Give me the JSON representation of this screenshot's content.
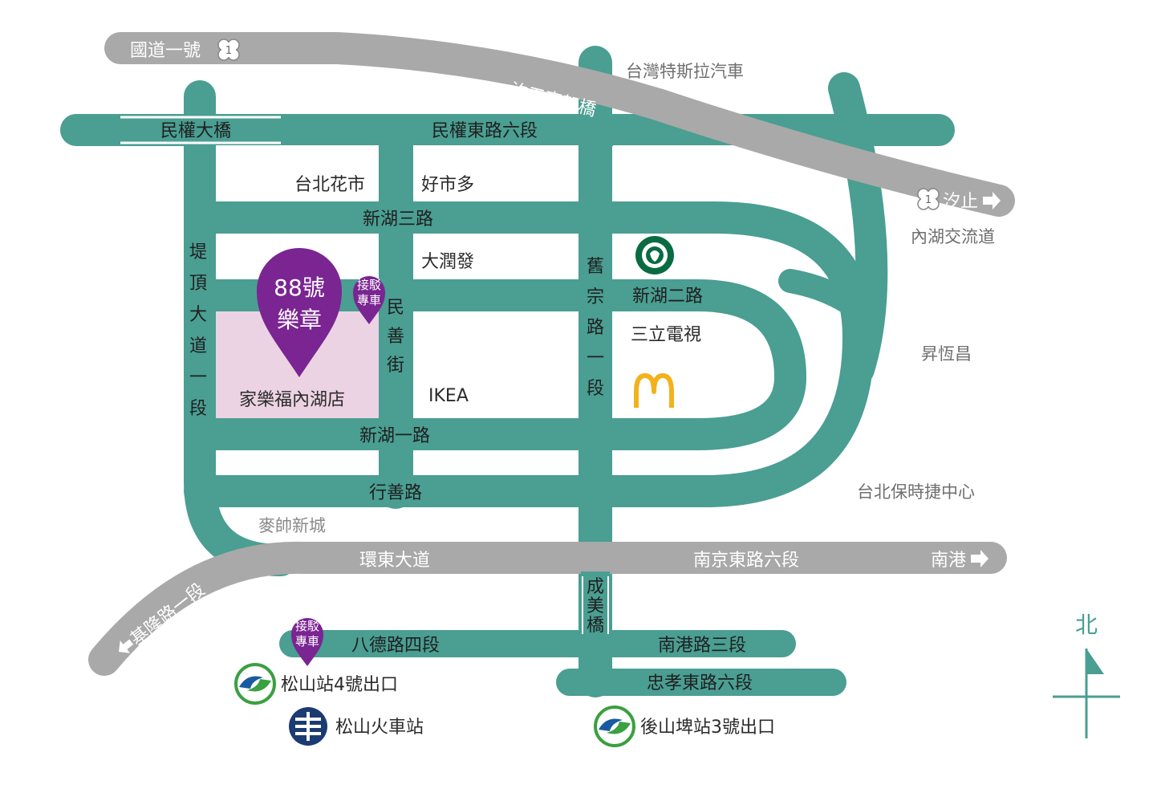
{
  "colors": {
    "road": "#4a9e92",
    "highway": "#a9a9a9",
    "pin": "#7a2592",
    "store": "#ecd3e3",
    "mcd": "#f2b21c",
    "starbucks": "#0a6b43",
    "metro_green": "#3aa040",
    "metro_blue": "#1a5aa0",
    "tra": "#1c3b72"
  },
  "labels": {
    "national_highway": "國道一號",
    "xizhi_viaduct": "汐五高架橋",
    "tesla": "台灣特斯拉汽車",
    "minquan_bridge": "民權大橋",
    "minquan_e_rd": "民權東路六段",
    "taipei_flower_market": "台北花市",
    "costco": "好市多",
    "xizhi_exit": "汐止",
    "neihu_interchange": "內湖交流道",
    "xinhu_3rd_rd": "新湖三路",
    "rt_mart": "大潤發",
    "xinhu_2nd_rd": "新湖二路",
    "sanlih_tv": "三立電視",
    "jiu_zong_rd": "舊宗路一段",
    "minshan_st": "民善街",
    "diding_ave": "堤頂大道一段",
    "ikea": "IKEA",
    "carrefour": "家樂福內湖店",
    "xinhu_1st_rd": "新湖一路",
    "xingshan_rd": "行善路",
    "taipei_porsche": "台北保時捷中心",
    "sheng_heng_chang": "昇恆昌",
    "maishuai_xincheng": "麥帥新城",
    "huandong_blvd": "環東大道",
    "nanjing_e_rd": "南京東路六段",
    "nangang": "南港",
    "keelung_rd": "基隆路一段",
    "chengmei_bridge": "成美橋",
    "bade_rd": "八德路四段",
    "nangang_rd": "南港路三段",
    "zhongxiao_e_rd": "忠孝東路六段",
    "songshan_exit4": "松山站4號出口",
    "songshan_train": "松山火車站",
    "houshanpi_exit3": "後山埤站3號出口",
    "north": "北",
    "hw_shield_num": "1"
  },
  "pins": {
    "main": {
      "line1": "88號",
      "line2": "樂章"
    },
    "shuttle": {
      "line1": "接駁",
      "line2": "專車"
    }
  },
  "icons": {
    "starbucks": "starbucks-logo",
    "mcdonalds": "mcdonalds-logo",
    "metro": "metro-logo",
    "tra": "tra-logo",
    "north_arrow": "north-arrow-icon",
    "highway_shield": "highway-shield-icon",
    "arrow_right": "arrow-right-icon",
    "arrow_left": "arrow-left-icon"
  }
}
